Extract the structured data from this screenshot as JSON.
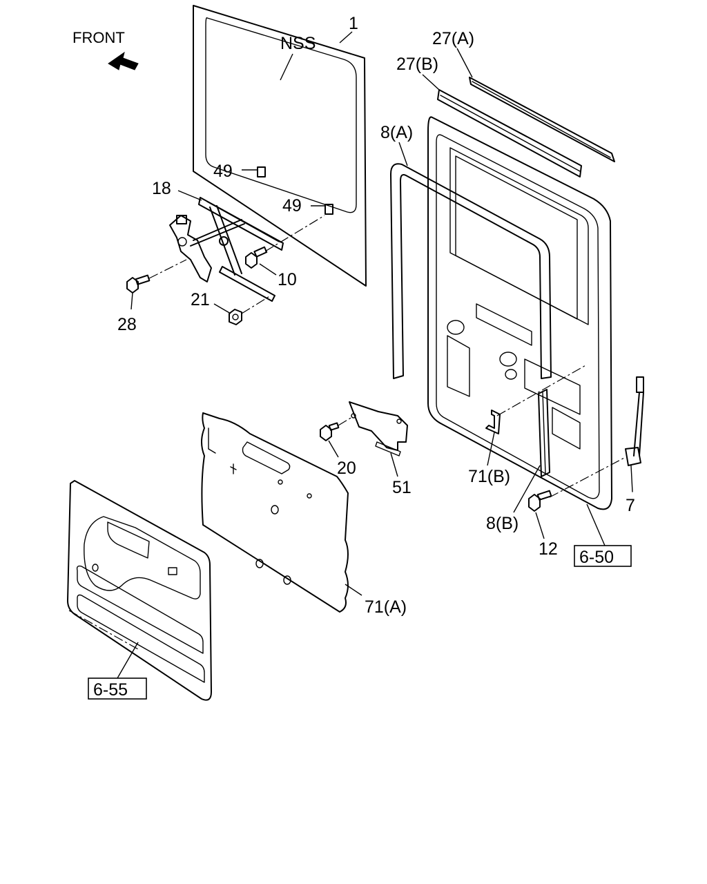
{
  "direction": {
    "label": "FRONT",
    "icon": "front-arrow-icon"
  },
  "glass_marking": "NSS",
  "callouts": {
    "glass": "1",
    "channel_a": "27(A)",
    "channel_b": "27(B)",
    "weatherstrip_a": "8(A)",
    "weatherstrip_b": "8(B)",
    "clip_upper": "49",
    "clip_lower": "49",
    "regulator": "18",
    "bolt_10": "10",
    "bolt_28": "28",
    "nut_21": "21",
    "screw_20": "20",
    "bracket_51": "51",
    "seal_71a": "71(A)",
    "seal_71b": "71(B)",
    "cable_7": "7",
    "bolt_12": "12"
  },
  "references": {
    "door_panel": "6-50",
    "door_trim": "6-55"
  }
}
